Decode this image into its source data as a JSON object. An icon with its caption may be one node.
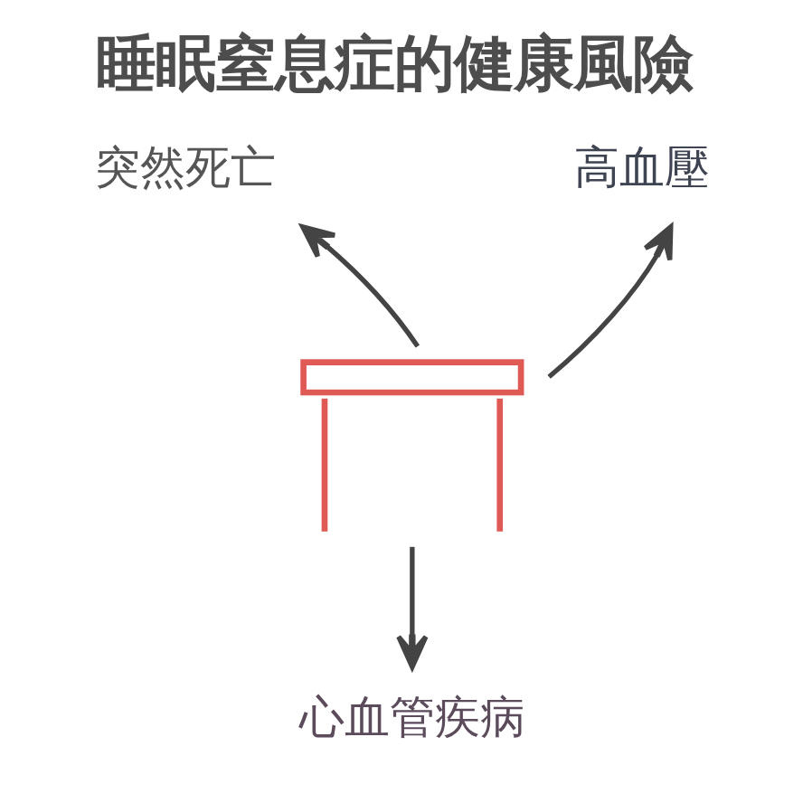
{
  "diagram": {
    "title": "睡眠窒息症的健康風險",
    "nodes": [
      {
        "text": [
          "突然死亡"
        ]
      },
      {
        "text": [
          "高血壓"
        ]
      },
      {
        "text": [],
        "shape": "picture"
      },
      {
        "text": [
          "心血管疾病"
        ]
      }
    ],
    "edges": [
      {
        "from": 2,
        "to": 0,
        "arrow": "to"
      },
      {
        "from": 2,
        "to": 1,
        "arrow": "to"
      },
      {
        "from": 2,
        "to": 3,
        "arrow": "to"
      }
    ]
  }
}
